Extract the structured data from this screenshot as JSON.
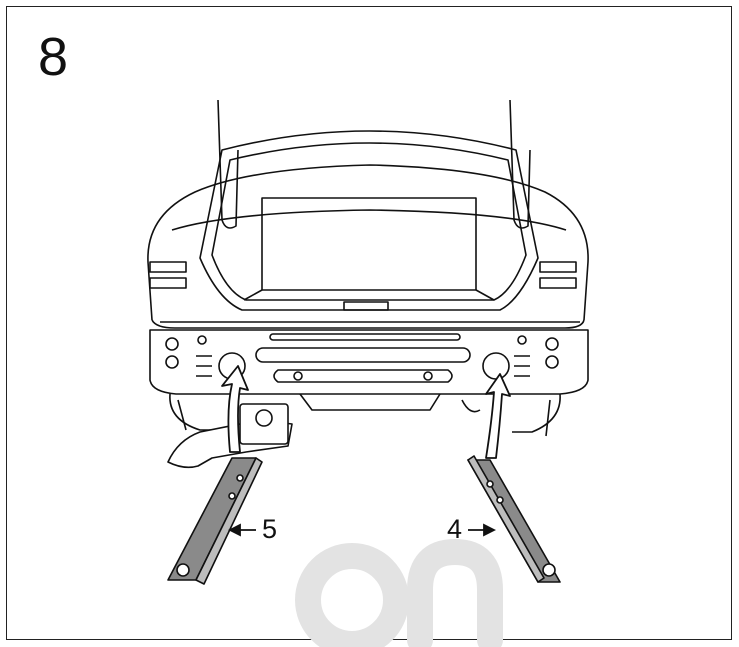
{
  "step_number": "8",
  "callouts": {
    "left_part": "5",
    "right_part": "4"
  },
  "watermark_text": "on",
  "colors": {
    "line": "#111111",
    "bracket_fill": "#8a8a8a",
    "watermark": "#e3e3e3"
  }
}
